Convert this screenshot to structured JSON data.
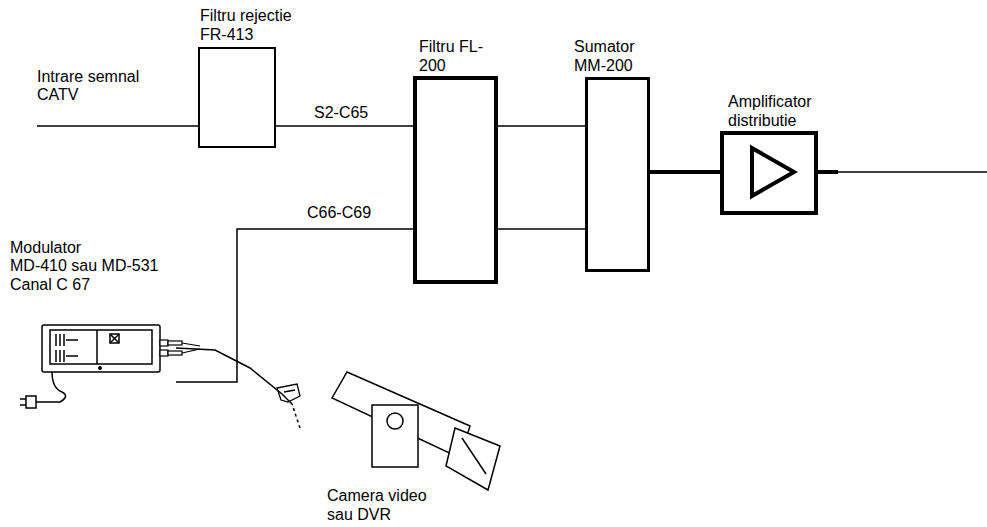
{
  "diagram": {
    "nodes": [
      {
        "text": [
          "Filtru rejectie FR-413"
        ]
      },
      {
        "text": [
          "Filtru FL-200"
        ]
      },
      {
        "text": [
          "Sumator MM-200"
        ]
      },
      {
        "text": [
          "Amplificator distributie"
        ]
      },
      {
        "text": [
          "Modulator",
          "MD-410 sau MD-531",
          "Canal C 67"
        ]
      },
      {
        "text": [
          "Camera video sau DVR"
        ]
      }
    ],
    "edges": [
      {
        "from": 0,
        "to": 1,
        "arrow": "none",
        "label": "S2-C65"
      },
      {
        "from": 4,
        "to": 1,
        "arrow": "none",
        "label": "C66-C69"
      },
      {
        "from": 1,
        "to": 2,
        "arrow": "none"
      },
      {
        "from": 1,
        "to": 2,
        "arrow": "none"
      },
      {
        "from": 2,
        "to": 3,
        "arrow": "none"
      },
      {
        "from": 5,
        "to": 4,
        "arrow": "none"
      }
    ],
    "labels": [
      "Intrare semnal CATV"
    ]
  }
}
